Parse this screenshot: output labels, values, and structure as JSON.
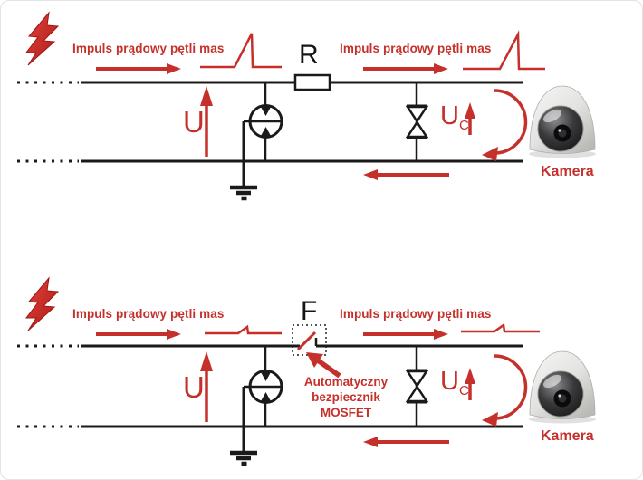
{
  "colors": {
    "accent_red": "#c5302b",
    "line_black": "#1a1a1a"
  },
  "top_diagram": {
    "impulse_label_left": "Impuls prądowy pętli mas",
    "impulse_label_right": "Impuls prądowy pętli mas",
    "component_label": "R",
    "loop_voltage_label": "U",
    "clamp_voltage_main": "U",
    "clamp_voltage_sub": "C",
    "camera_label": "Kamera"
  },
  "bottom_diagram": {
    "impulse_label_left": "Impuls prądowy pętli mas",
    "impulse_label_right": "Impuls prądowy pętli mas",
    "component_label": "F",
    "fuse_caption": [
      "Automatyczny",
      "bezpiecznik",
      "MOSFET"
    ],
    "loop_voltage_label": "U",
    "clamp_voltage_main": "U",
    "clamp_voltage_sub": "C",
    "camera_label": "Kamera"
  }
}
